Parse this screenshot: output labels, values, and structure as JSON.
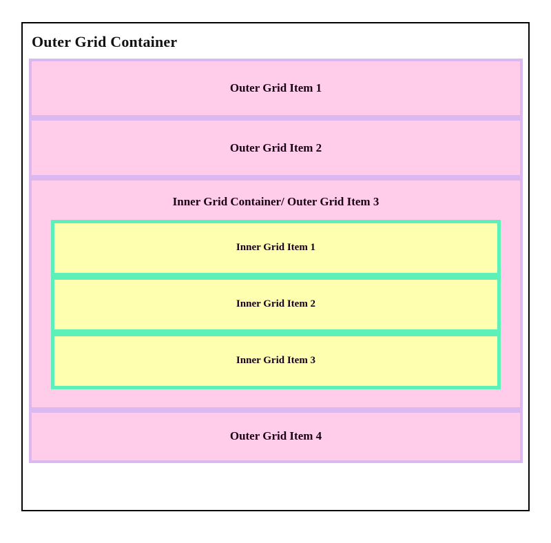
{
  "page": {
    "background": "#ffffff",
    "frame_border_color": "#000000"
  },
  "outer_container": {
    "heading": "Outer Grid Container",
    "background": "#ffcce9",
    "border_color": "#dcb8f0",
    "items": [
      {
        "label": "Outer Grid Item 1"
      },
      {
        "label": "Outer Grid Item 2"
      },
      {
        "label": "Inner Grid Container/ Outer Grid Item 3"
      },
      {
        "label": "Outer Grid Item 4"
      }
    ]
  },
  "inner_container": {
    "heading": "Inner Grid Container/ Outer Grid Item 3",
    "background": "#ffffb0",
    "border_color": "#5df0b8",
    "items": [
      {
        "label": "Inner Grid Item 1"
      },
      {
        "label": "Inner Grid Item 2"
      },
      {
        "label": "Inner Grid Item 3"
      }
    ]
  }
}
